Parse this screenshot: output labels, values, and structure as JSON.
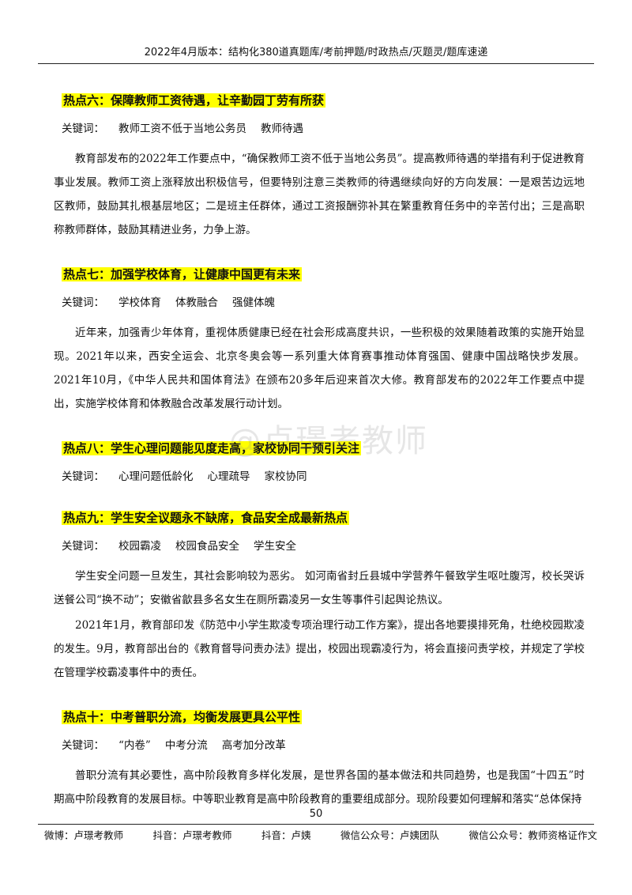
{
  "header": {
    "text": "2022年4月版本：结构化380道真题库/考前押题/时政热点/灭题灵/题库速递"
  },
  "watermark": {
    "text": "@卢璟考教师"
  },
  "sections": [
    {
      "heading": "热点六：保障教师工资待遇，让辛勤园丁劳有所获",
      "keywords_label": "关键词：",
      "keywords": [
        "教师工资不低于当地公务员",
        "教师待遇"
      ],
      "paragraphs": [
        "教育部发布的2022年工作要点中，“确保教师工资不低于当地公务员”。提高教师待遇的举措有利于促进教育事业发展。教师工资上涨释放出积极信号，但要特别注意三类教师的待遇继续向好的方向发展：一是艰苦边远地区教师，鼓励其扎根基层地区；二是班主任群体，通过工资报酬弥补其在繁重教育任务中的辛苦付出；三是高职称教师群体，鼓励其精进业务，力争上游。"
      ]
    },
    {
      "heading": "热点七：加强学校体育，让健康中国更有未来",
      "keywords_label": "关键词：",
      "keywords": [
        "学校体育",
        "体教融合",
        "强健体魄"
      ],
      "paragraphs": [
        "近年来，加强青少年体育，重视体质健康已经在社会形成高度共识，一些积极的效果随着政策的实施开始显现。2021年以来，西安全运会、北京冬奥会等一系列重大体育赛事推动体育强国、健康中国战略快步发展。2021年10月，《中华人民共和国体育法》在颁布20多年后迎来首次大修。教育部发布的2022年工作要点中提出，实施学校体育和体教融合改革发展行动计划。"
      ]
    },
    {
      "heading": "热点八：学生心理问题能见度走高，家校协同干预引关注",
      "keywords_label": "关键词：",
      "keywords": [
        "心理问题低龄化",
        "心理疏导",
        "家校协同"
      ],
      "paragraphs": []
    },
    {
      "heading": "热点九：学生安全议题永不缺席，食品安全成最新热点",
      "keywords_label": "关键词：",
      "keywords": [
        "校园霸凌",
        "校园食品安全",
        "学生安全"
      ],
      "paragraphs": [
        "学生安全问题一旦发生，其社会影响较为恶劣。 如河南省封丘县城中学营养午餐致学生呕吐腹泻，校长哭诉送餐公司“换不动”；安徽省歙县多名女生在厕所霸凌另一女生等事件引起舆论热议。",
        "2021年1月，教育部印发《防范中小学生欺凌专项治理行动工作方案》，提出各地要摸排死角，杜绝校园欺凌的发生。9月，教育部出台的《教育督导问责办法》提出，校园出现霸凌行为，将会直接问责学校，并规定了学校在管理学校霸凌事件中的责任。"
      ]
    },
    {
      "heading": "热点十：中考普职分流，均衡发展更具公平性",
      "keywords_label": "关键词：",
      "keywords": [
        "“内卷”",
        "中考分流",
        "高考加分改革"
      ],
      "paragraphs": [
        "普职分流有其必要性，高中阶段教育多样化发展，是世界各国的基本做法和共同趋势，也是我国“十四五”时期高中阶段教育的发展目标。中等职业教育是高中阶段教育的重要组成部分。现阶段要如何理解和落实“总体保持"
      ]
    }
  ],
  "page_number": "50",
  "footer": {
    "items": [
      "微博：卢璟考教师",
      "抖音：卢璟考教师",
      "抖音：卢姨",
      "微信公众号：卢姨团队",
      "微信公众号：教师资格证作文"
    ]
  }
}
